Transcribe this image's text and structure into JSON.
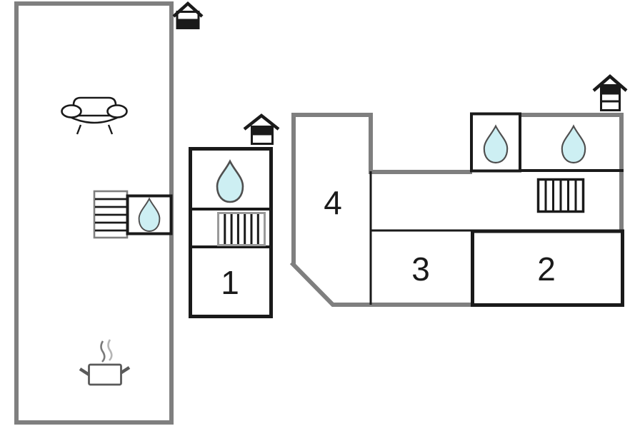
{
  "title": "floor-plan",
  "colors": {
    "background": "#ffffff",
    "wall": "#7f7f7f",
    "line": "#1a1a1a",
    "water_fill": "#cdeff3",
    "water_stroke": "#4f4f4f",
    "steam_dark": "#7a7a7a",
    "steam_light": "#b5b5b5",
    "appliance_stroke": "#5a5a5a",
    "radiator_frame": "#9a9a9a"
  },
  "rooms": [
    {
      "id": "room-1",
      "label": "1"
    },
    {
      "id": "room-2",
      "label": "2"
    },
    {
      "id": "room-3",
      "label": "3"
    },
    {
      "id": "room-4",
      "label": "4"
    }
  ],
  "icons": {
    "entrance": "entrance-icon",
    "water_point": "water-drop-icon",
    "radiator": "radiator-icon",
    "stairs": "stairs-icon",
    "sofa": "sofa-icon",
    "stove": "stove-pot-icon"
  }
}
